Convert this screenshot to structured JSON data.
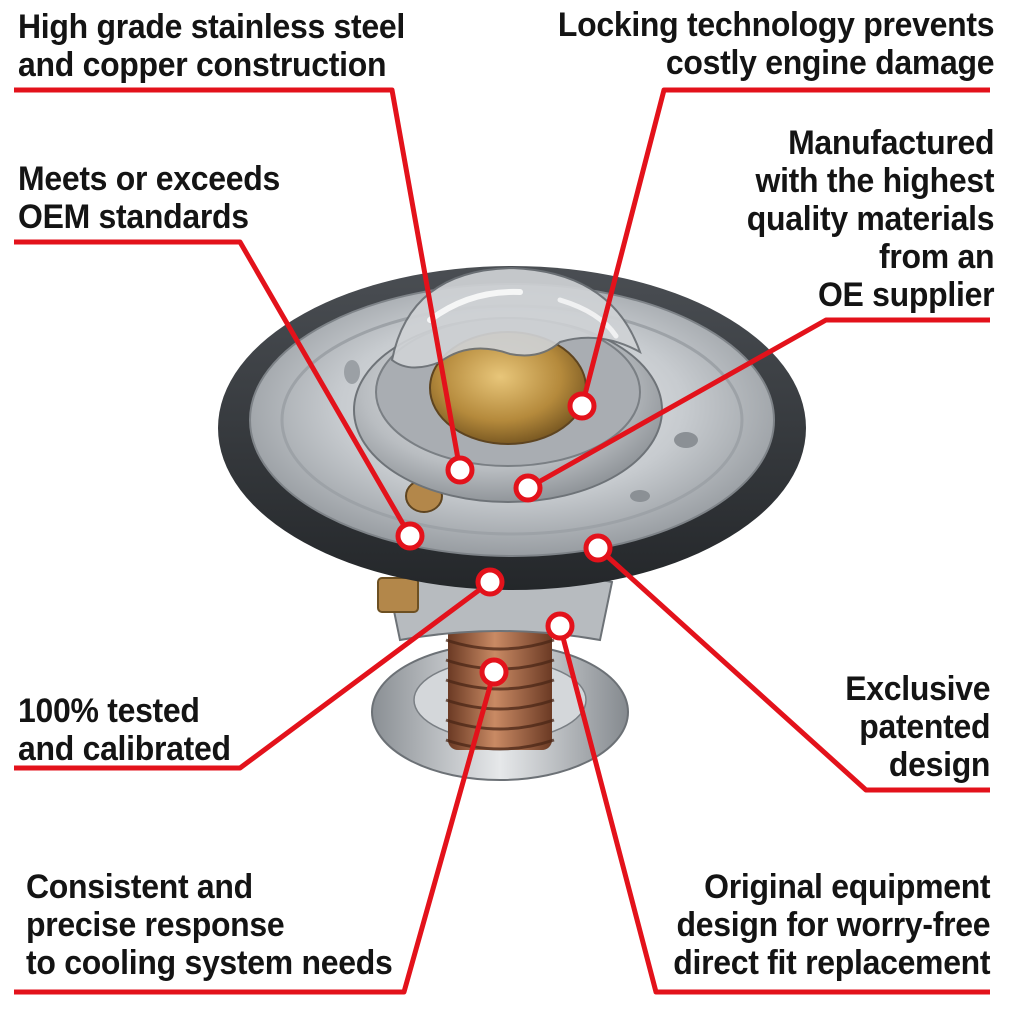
{
  "callouts": [
    {
      "id": "stainless-steel",
      "lines": [
        "High grade stainless steel",
        "and copper construction"
      ]
    },
    {
      "id": "locking-technology",
      "lines": [
        "Locking technology prevents",
        "costly engine damage"
      ]
    },
    {
      "id": "oem-standards",
      "lines": [
        "Meets or exceeds",
        "OEM standards"
      ]
    },
    {
      "id": "oe-supplier",
      "lines": [
        "Manufactured",
        "with the highest",
        "quality materials",
        "from an",
        "OE supplier"
      ]
    },
    {
      "id": "tested-calibrated",
      "lines": [
        "100% tested",
        "and calibrated"
      ]
    },
    {
      "id": "patented-design",
      "lines": [
        "Exclusive",
        "patented",
        "design"
      ]
    },
    {
      "id": "precise-response",
      "lines": [
        "Consistent and",
        "precise response",
        "to cooling system needs"
      ]
    },
    {
      "id": "direct-fit",
      "lines": [
        "Original equipment",
        "design for worry-free",
        "direct fit replacement"
      ]
    }
  ],
  "colors": {
    "accent": "#e3121b",
    "text": "#141414",
    "gasket": "#34383c",
    "steel": "#c9ccd0",
    "brass": "#b58a3c",
    "copper": "#9a5a3a"
  },
  "icons": {
    "product": "thermostat-illustration"
  }
}
